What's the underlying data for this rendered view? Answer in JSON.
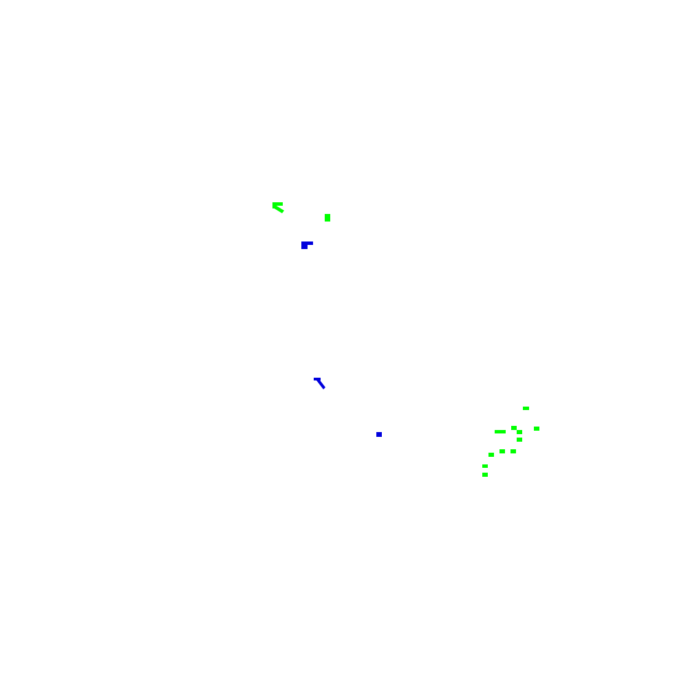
{
  "colors": {
    "background": "#ffffff",
    "green": "#00ff00",
    "blue": "#0000dd"
  },
  "fragments": [
    {
      "name": "green-arrow-fragment",
      "color": "green"
    },
    {
      "name": "green-block-small",
      "color": "green"
    },
    {
      "name": "blue-l-fragment",
      "color": "blue"
    },
    {
      "name": "blue-diagonal-fragment",
      "color": "blue"
    },
    {
      "name": "blue-dot-fragment",
      "color": "blue"
    },
    {
      "name": "green-cluster-dot-1",
      "color": "green"
    },
    {
      "name": "green-cluster-dot-2",
      "color": "green"
    },
    {
      "name": "green-cluster-dot-3",
      "color": "green"
    },
    {
      "name": "green-cluster-dot-4",
      "color": "green"
    },
    {
      "name": "green-cluster-dot-5",
      "color": "green"
    },
    {
      "name": "green-cluster-dot-6",
      "color": "green"
    },
    {
      "name": "green-cluster-dot-7",
      "color": "green"
    },
    {
      "name": "green-cluster-dot-8",
      "color": "green"
    },
    {
      "name": "green-cluster-dot-9",
      "color": "green"
    },
    {
      "name": "green-cluster-dot-10",
      "color": "green"
    },
    {
      "name": "green-cluster-dot-11",
      "color": "green"
    },
    {
      "name": "green-cluster-dot-12",
      "color": "green"
    }
  ]
}
